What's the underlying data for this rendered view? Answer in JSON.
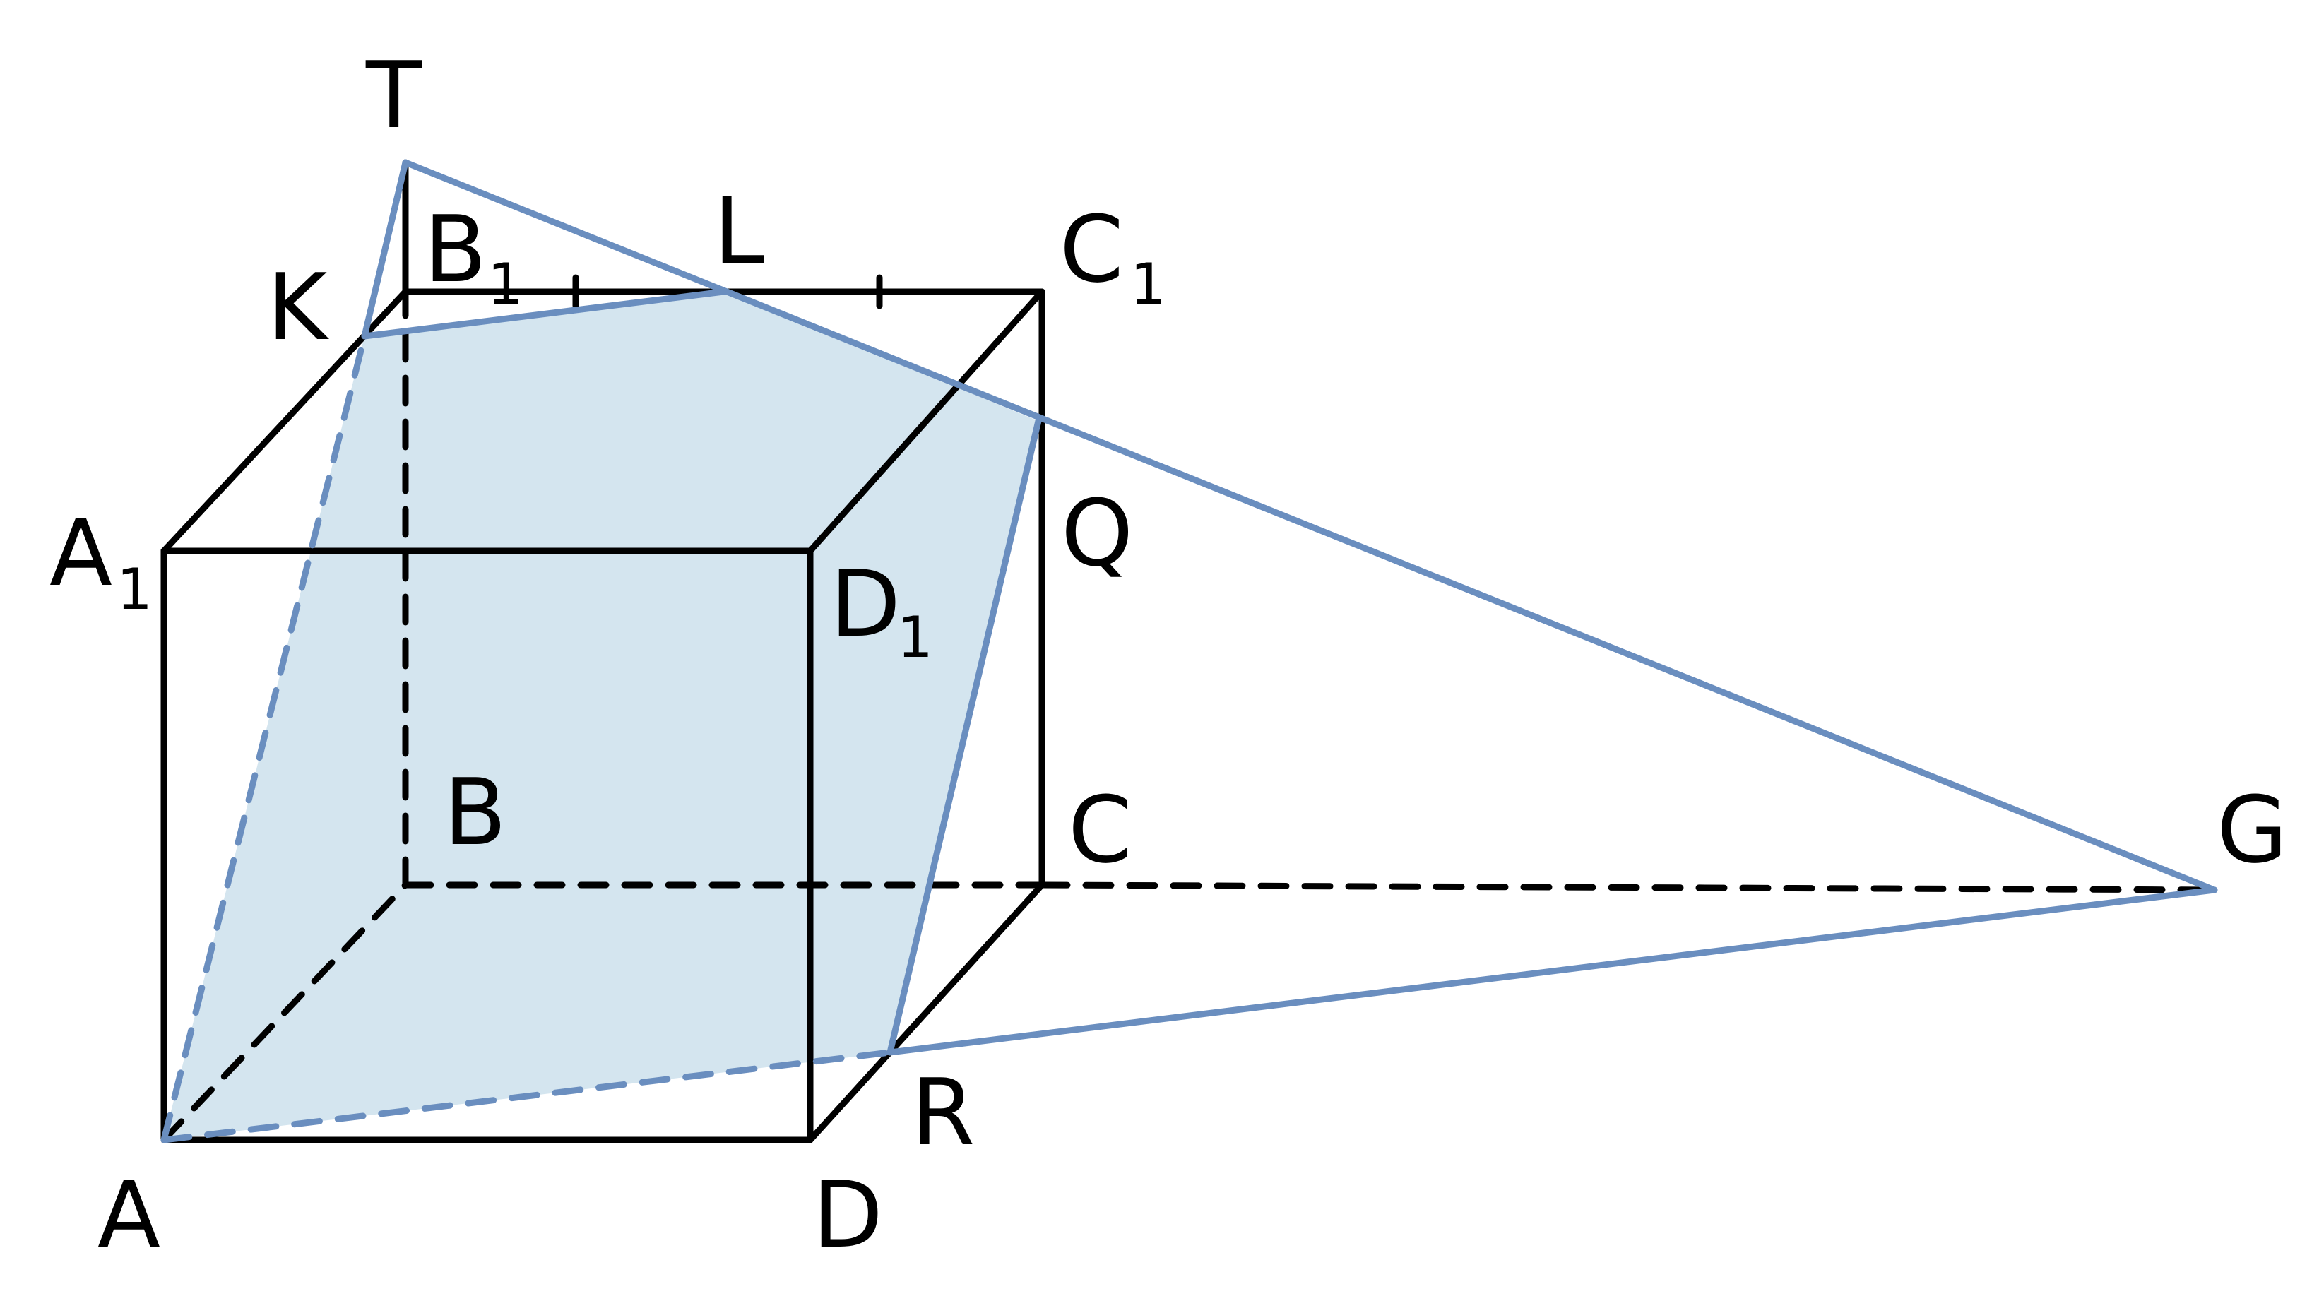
{
  "colors": {
    "edge": "#000000",
    "section": "#6a8ebf",
    "fill": "#d4e5ef"
  },
  "labels": {
    "T": "T",
    "B1": "B",
    "B1_sub": "1",
    "L": "L",
    "C1": "C",
    "C1_sub": "1",
    "K": "K",
    "A1": "A",
    "A1_sub": "1",
    "Q": "Q",
    "D1": "D",
    "D1_sub": "1",
    "B": "B",
    "C": "C",
    "G": "G",
    "R": "R",
    "A": "A",
    "D": "D"
  }
}
